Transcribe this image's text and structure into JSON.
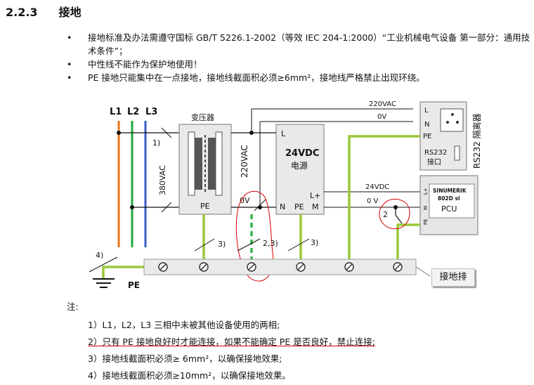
{
  "heading": {
    "number": "2.2.3",
    "title": "接地"
  },
  "bullets": [
    "接地标准及办法需遵守国标 GB/T 5226.1-2002（等效 IEC 204-1:2000）“工业机械电气设备 第一部分：通用技术条件”；",
    "中性线不能作为保护地使用！",
    "PE 接地只能集中在一点接地，接地线截面积必须≥6mm²，接地线严格禁止出现环绕。"
  ],
  "diagram": {
    "phases": [
      "L1",
      "L2",
      "L3"
    ],
    "transformer": {
      "title": "变压器",
      "pe": "PE"
    },
    "voltage_380": "380VAC",
    "voltage_220": "220VAC",
    "label_0v": "0V",
    "psu": {
      "title": "24VDC",
      "subtitle": "电源",
      "l": "L",
      "n": "N",
      "pe": "PE",
      "lplus": "L+",
      "m": "M"
    },
    "top_220": "220VAC",
    "top_0v": "0V",
    "isolator": {
      "l": "L",
      "n": "N",
      "pe": "PE",
      "rs232": "RS232",
      "port": "接口",
      "title": "RS232 隔离器"
    },
    "pcu": {
      "brand": "SINUMERIK",
      "model": "802D sl",
      "name": "PCU",
      "lplus": "L+",
      "m": "M",
      "pe": "PE"
    },
    "wire_24vdc": "24VDC",
    "wire_0v": "0 V",
    "note_marks": {
      "one": "1)",
      "two": "2",
      "three_a": "3)",
      "two_three": "2,3)",
      "three_b": "3)",
      "four": "4)"
    },
    "ground_pe": "PE",
    "ground_bar": "接地排"
  },
  "notes": {
    "title": "注:",
    "items": [
      "1）L1，L2，L3 三相中未被其他设备使用的两相;",
      "2）只有 PE 接地良好时才能连接，如果不能确定 PE 是否良好，禁止连接;",
      "3）接地线截面积必须≥  6mm²，以确保接地效果;",
      "4）接地线截面积必须≥10mm²，以确保接地效果。"
    ]
  }
}
